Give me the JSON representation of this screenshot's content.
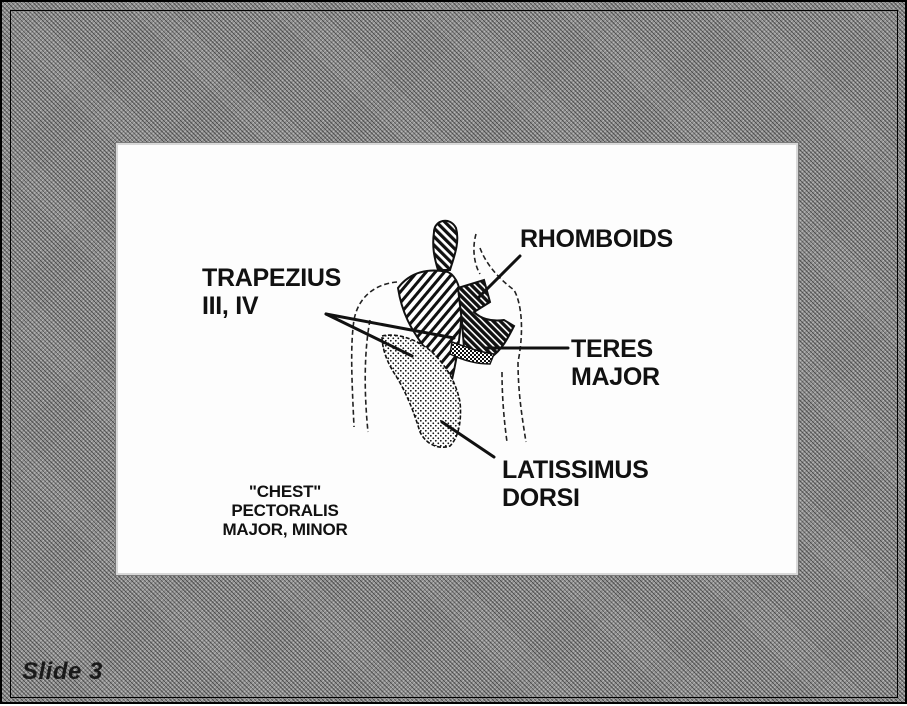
{
  "labels": {
    "rhomboids": "RHOMBOIDS",
    "trapezius": "TRAPEZIUS\nIII, IV",
    "teres": "TERES\nMAJOR",
    "latissimus": "LATISSIMUS\nDORSI",
    "chest": "\"CHEST\"\nPECTORALIS\nMAJOR, MINOR"
  },
  "slide_label": "Slide 3",
  "colors": {
    "background_pattern": "#8f8f8f",
    "panel": "#fdfdfd",
    "ink": "#111111"
  }
}
